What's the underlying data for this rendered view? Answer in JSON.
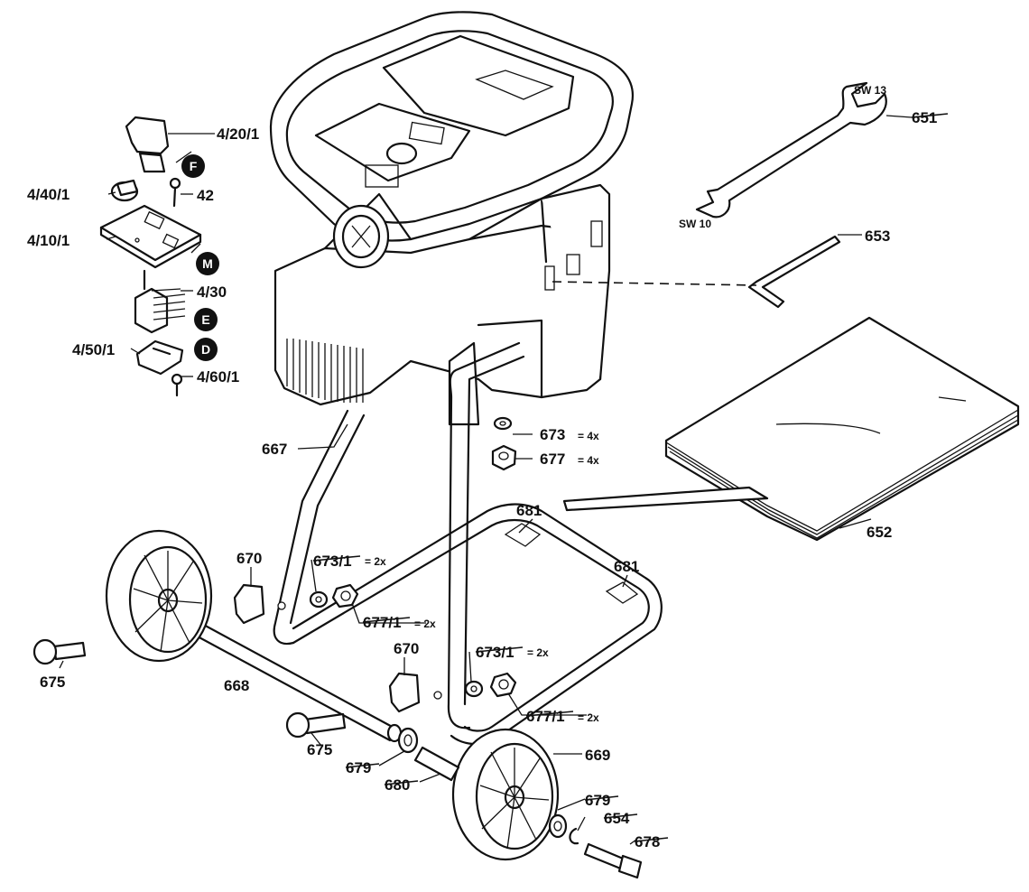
{
  "parts": {
    "p4_20_1": "4/20/1",
    "p4_40_1": "4/40/1",
    "p42": "42",
    "p4_10_1": "4/10/1",
    "p4_30": "4/30",
    "p4_50_1": "4/50/1",
    "p4_60_1": "4/60/1",
    "p667": "667",
    "p673": "673",
    "p673_qty": "= 4x",
    "p677": "677",
    "p677_qty": "= 4x",
    "p681a": "681",
    "p681b": "681",
    "p670a": "670",
    "p670b": "670",
    "p673_1a": "673/1",
    "p673_1a_qty": "= 2x",
    "p677_1a": "677/1",
    "p677_1a_qty": "= 2x",
    "p673_1b": "673/1",
    "p673_1b_qty": "= 2x",
    "p677_1b": "677/1",
    "p677_1b_qty": "= 2x",
    "p675a": "675",
    "p675b": "675",
    "p668": "668",
    "p669": "669",
    "p679a": "679",
    "p680": "680",
    "p679b": "679",
    "p654": "654",
    "p678": "678",
    "p651": "651",
    "sw13": "SW 13",
    "sw10": "SW 10",
    "p653": "653",
    "p652": "652"
  },
  "badges": {
    "F": "F",
    "M": "M",
    "E": "E",
    "D": "D"
  }
}
